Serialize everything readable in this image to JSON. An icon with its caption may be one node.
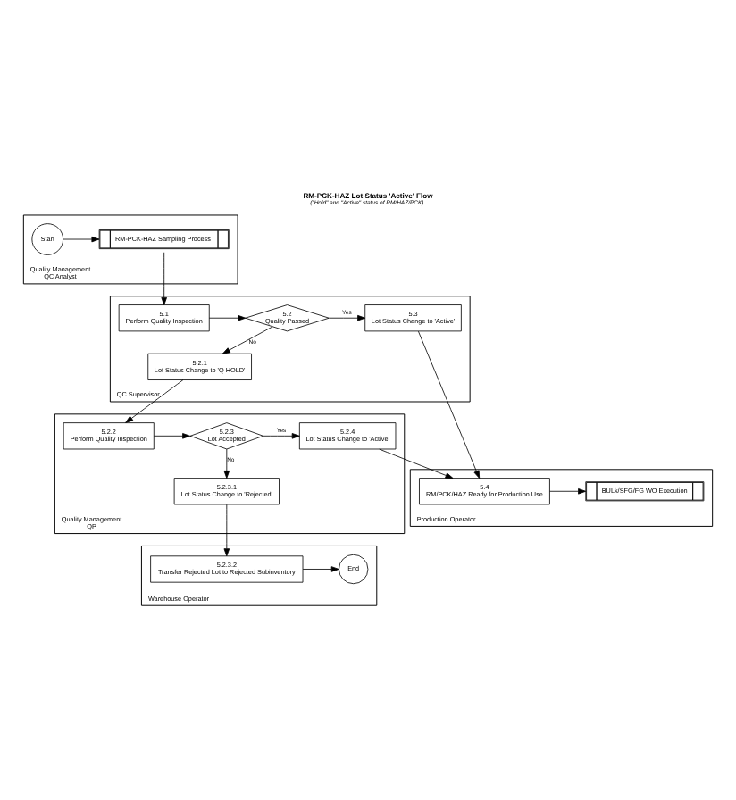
{
  "diagram": {
    "title": "RM-PCK-HAZ Lot Status 'Active' Flow",
    "caption": "(\"Hold\" and \"Active\" status of RM/HAZ/PCK)",
    "nodes": [
      {
        "text": [
          "Quality Management",
          "QC Analyst"
        ]
      },
      {
        "text": [
          "Start"
        ],
        "in": 0
      },
      {
        "text": [
          "RM-PCK-HAZ Sampling Process"
        ],
        "in": 0
      },
      {
        "text": [
          "QC Supervisor"
        ]
      },
      {
        "text": [
          "5.1",
          "Perform Quality Inspection"
        ],
        "in": 3
      },
      {
        "text": [
          "5.2",
          "Quality Passed"
        ],
        "in": 3
      },
      {
        "text": [
          "5.3",
          "Lot Status Change to 'Active'"
        ],
        "in": 3
      },
      {
        "text": [
          "5.2.1",
          "Lot Status Change to 'Q HOLD'"
        ],
        "in": 3
      },
      {
        "text": [
          "Production Operator"
        ]
      },
      {
        "text": [
          "5.4",
          "RM/PCK/HAZ Ready for Production Use"
        ],
        "in": 8
      },
      {
        "text": [
          "BULk/SFG/FG WO Execution"
        ],
        "in": 8
      },
      {
        "text": [
          "Quality Management",
          "QP"
        ]
      },
      {
        "text": [
          "5.2.2",
          "Perform Quality Inspection"
        ],
        "in": 11
      },
      {
        "text": [
          "5.2.3",
          "Lot Accepted"
        ],
        "in": 11
      },
      {
        "text": [
          "5.2.4",
          "Lot Status Change to 'Active'"
        ],
        "in": 11
      },
      {
        "text": [
          "5.2.3.1",
          "Lot Status Change to 'Rejected'"
        ],
        "in": 11
      },
      {
        "text": [
          "Warehouse Operator"
        ]
      },
      {
        "text": [
          "5.2.3.2",
          "Transfer Rejected Lot to Rejected Subinventory"
        ],
        "in": 16
      },
      {
        "text": [
          "End"
        ],
        "in": 16
      }
    ],
    "edges": [
      {
        "from": 1,
        "to": 2,
        "arrow": "to"
      },
      {
        "from": 2,
        "to": 4,
        "arrow": "to"
      },
      {
        "from": 4,
        "to": 5,
        "arrow": "to"
      },
      {
        "from": 5,
        "to": 6,
        "arrow": "to",
        "label": "Yes"
      },
      {
        "from": 5,
        "to": 7,
        "arrow": "to",
        "label": "No"
      },
      {
        "from": 7,
        "to": 12,
        "arrow": "to"
      },
      {
        "from": 6,
        "to": 9,
        "arrow": "to"
      },
      {
        "from": 14,
        "to": 9,
        "arrow": "to"
      },
      {
        "from": 9,
        "to": 10,
        "arrow": "to"
      },
      {
        "from": 12,
        "to": 13,
        "arrow": "to"
      },
      {
        "from": 13,
        "to": 14,
        "arrow": "to",
        "label": "Yes"
      },
      {
        "from": 13,
        "to": 15,
        "arrow": "to",
        "label": "No"
      },
      {
        "from": 15,
        "to": 17,
        "arrow": "to"
      },
      {
        "from": 17,
        "to": 18,
        "arrow": "to"
      }
    ]
  }
}
